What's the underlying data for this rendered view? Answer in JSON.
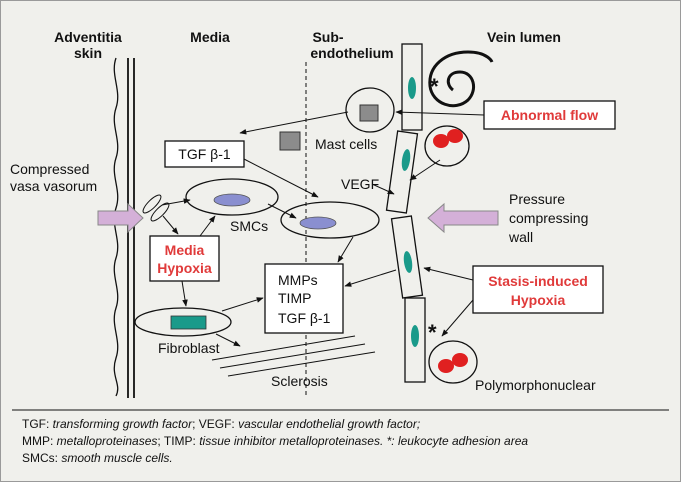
{
  "headers": {
    "adventitia": [
      "Adventitia",
      "skin"
    ],
    "media": "Media",
    "subendothelium": [
      "Sub-",
      "endothelium"
    ],
    "vein_lumen": "Vein lumen"
  },
  "labels": {
    "compressed": [
      "Compressed",
      "vasa vasorum"
    ],
    "tgf_beta": "TGF β-1",
    "mast_cells": "Mast cells",
    "smcs": "SMCs",
    "vegf": "VEGF",
    "pressure": [
      "Pressure",
      "compressing",
      "wall"
    ],
    "media_hypoxia": [
      "Media",
      "Hypoxia"
    ],
    "mmps_box": [
      "MMPs",
      "TIMP",
      "TGF β-1"
    ],
    "fibroblast": "Fibroblast",
    "sclerosis": "Sclerosis",
    "polymorphonuclear": "Polymorphonuclear",
    "abnormal_flow": "Abnormal flow",
    "stasis_hypoxia": [
      "Stasis-induced",
      "Hypoxia"
    ],
    "star": "*"
  },
  "legend": [
    [
      {
        "t": "TGF: ",
        "i": false
      },
      {
        "t": "transforming growth factor",
        "i": true
      },
      {
        "t": "; VEGF: ",
        "i": false
      },
      {
        "t": "vascular endothelial growth factor;",
        "i": true
      }
    ],
    [
      {
        "t": "MMP: ",
        "i": false
      },
      {
        "t": "metalloproteinases",
        "i": true
      },
      {
        "t": "; TIMP: ",
        "i": false
      },
      {
        "t": "tissue inhibitor metalloproteinases. *: leukocyte adhesion area",
        "i": true
      }
    ],
    [
      {
        "t": "SMCs: ",
        "i": false
      },
      {
        "t": "smooth muscle cells.",
        "i": true
      }
    ]
  ],
  "colors": {
    "accent_red": "#e03a3a",
    "nucleus_blue": "#8a8fd0",
    "nucleus_teal": "#1a9a8a",
    "arrow_fill": "#d4b0d8",
    "gray_granule": "#8c8c8c",
    "rbc_red": "#e02020"
  }
}
